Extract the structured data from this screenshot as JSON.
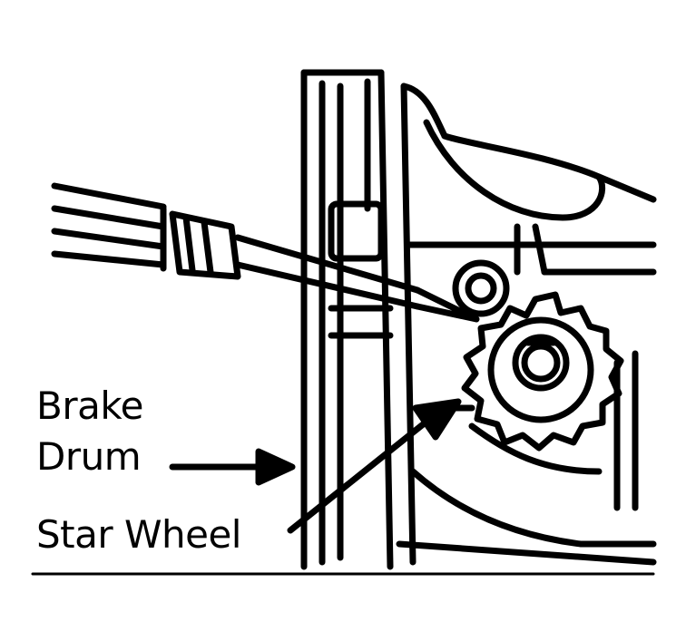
{
  "labels": {
    "brake_line1": "Brake",
    "brake_line2": "Drum",
    "star_wheel": "Star Wheel"
  },
  "colors": {
    "ink": "#000000",
    "paper": "#ffffff"
  }
}
